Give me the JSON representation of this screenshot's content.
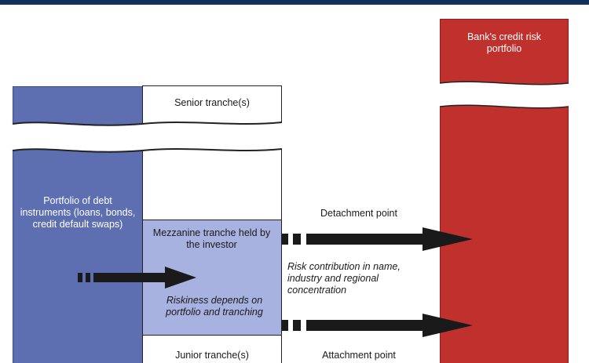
{
  "portfolio": {
    "label": "Portfolio of debt instruments (loans, bonds, credit default swaps)"
  },
  "tranches": {
    "senior": "Senior tranche(s)",
    "mezzanine": "Mezzanine tranche held by the investor",
    "mezzanine_note": "Riskiness depends on portfolio and tranching",
    "junior": "Junior  tranche(s)"
  },
  "points": {
    "detachment": "Detachment point",
    "attachment": "Attachment point",
    "risk_note": "Risk contribution in name, industry and regional concentration"
  },
  "bank": {
    "label": "Bank's credit risk portfolio"
  },
  "colors": {
    "portfolio": "#5d6fb1",
    "mezzanine": "#a8b2e0",
    "bank": "#c0312e",
    "arrow": "#1a1a1a",
    "topbar": "#12325c"
  }
}
